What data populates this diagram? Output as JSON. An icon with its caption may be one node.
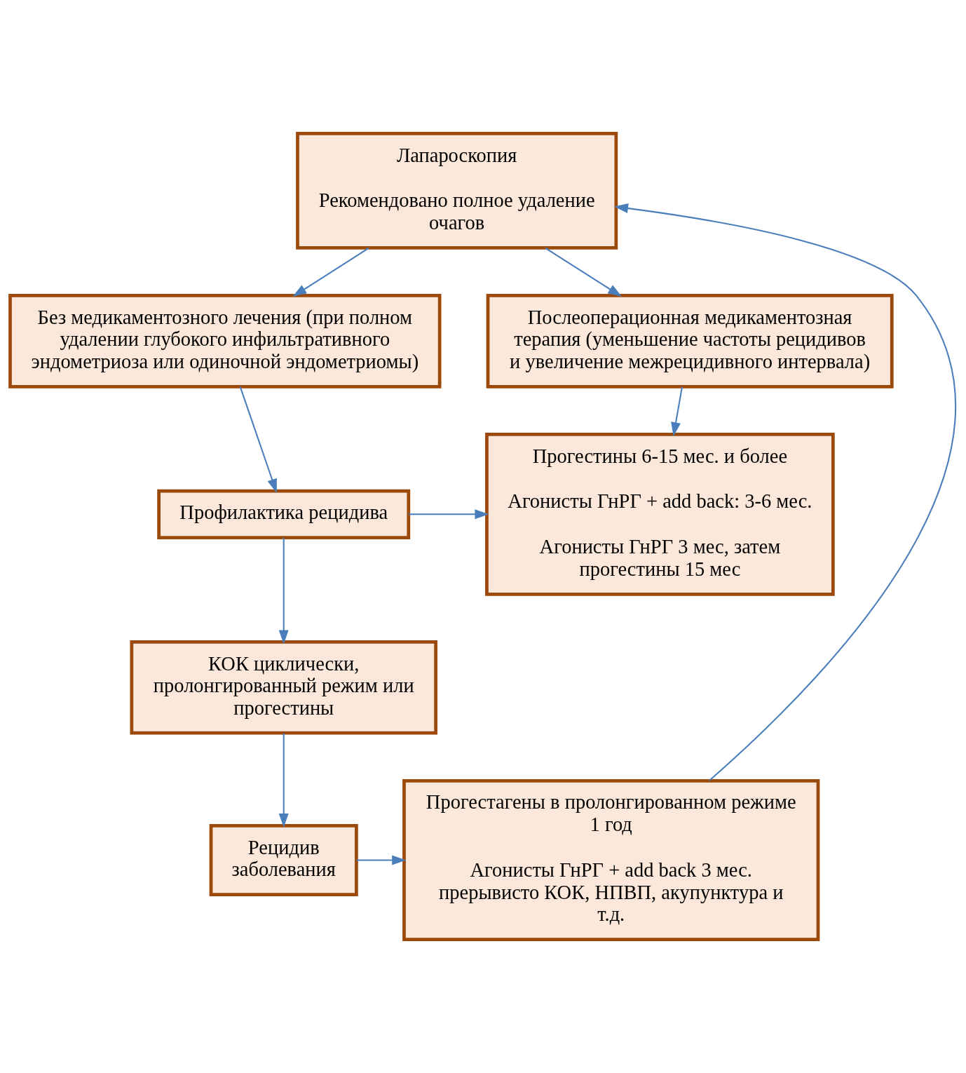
{
  "diagram": {
    "nodes": [
      {
        "text": [
          "Лапароскопия",
          "Рекомендовано полное удаление очагов"
        ]
      },
      {
        "text": [
          "Послеоперационная медикаментозная терапия (уменьшение частоты рецидивов и увеличение межрецидивного интервала)"
        ]
      },
      {
        "text": [
          "Без медикаментозного лечения (при полном удалении глубокого инфильтративного эндометриоза или одиночной эндометриомы)"
        ]
      },
      {
        "text": [
          "Прогестины 6-15 мес. и более",
          "Агонисты ГнРГ + add back: 3-6 мес.",
          "Агонисты ГнРГ 3 мес, затем прогестины 15 мес"
        ]
      },
      {
        "text": [
          "Профилактика рецидива"
        ]
      },
      {
        "text": [
          "КОК циклически, пролонгированный режим или прогестины"
        ]
      },
      {
        "text": [
          "Рецидив заболевания"
        ]
      },
      {
        "text": [
          "Прогестагены в пролонгированном режиме 1 год",
          "Агонисты ГнРГ + add back 3 мес. прерывисто КОК, НПВП, акупунктура и т.д."
        ]
      }
    ],
    "edges": [
      {
        "from": 0,
        "to": 1,
        "arrow": "to"
      },
      {
        "from": 0,
        "to": 2,
        "arrow": "to"
      },
      {
        "from": 1,
        "to": 3,
        "arrow": "to"
      },
      {
        "from": 2,
        "to": 4,
        "arrow": "to"
      },
      {
        "from": 4,
        "to": 3,
        "arrow": "to"
      },
      {
        "from": 4,
        "to": 5,
        "arrow": "to"
      },
      {
        "from": 5,
        "to": 6,
        "arrow": "to"
      },
      {
        "from": 6,
        "to": 7,
        "arrow": "to"
      },
      {
        "from": 7,
        "to": 0,
        "arrow": "to"
      }
    ]
  }
}
